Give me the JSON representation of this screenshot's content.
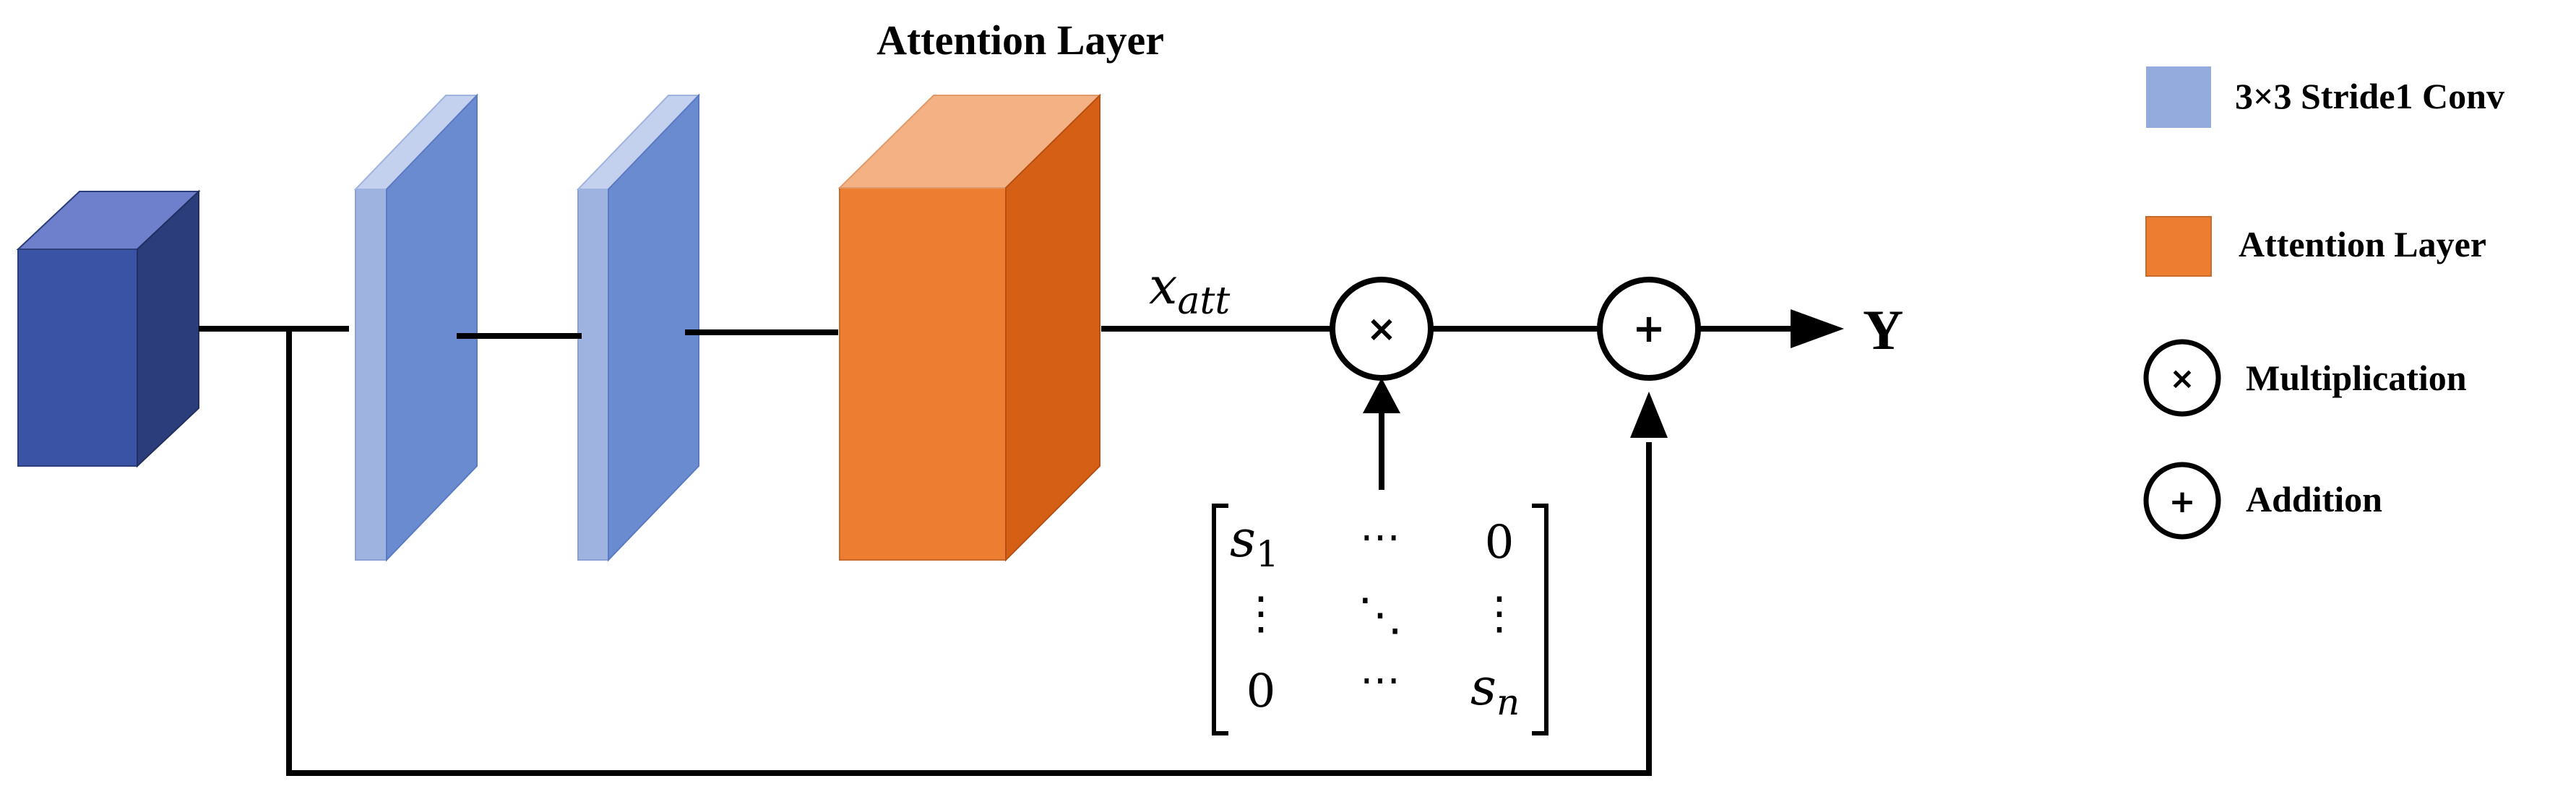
{
  "diagram": {
    "title": "Attention Layer",
    "att_label": {
      "base": "x",
      "sub": "att"
    },
    "output_label": "Y",
    "multiply_symbol": "×",
    "add_symbol": "+",
    "matrix": {
      "top_left": {
        "base": "s",
        "sub": "1"
      },
      "top_mid": "⋯",
      "top_right": "0",
      "mid_left": "⋮",
      "mid_mid": "⋱",
      "mid_right": "⋮",
      "bot_left": "0",
      "bot_mid": "⋯",
      "bot_right": {
        "base": "s",
        "sub": "n"
      }
    },
    "colors": {
      "input_front": "#3a53a4",
      "input_top": "#6e7fcc",
      "input_side": "#2b3d7a",
      "conv_front": "#6b8bd0",
      "conv_side": "#9fb3e0",
      "conv_top": "#c3d0ee",
      "att_front": "#ed7d31",
      "att_top": "#f4b183",
      "att_side": "#d65f16"
    }
  },
  "legend": {
    "items": [
      {
        "label": "3×3 Stride1 Conv",
        "symbol": "",
        "color": "#94acdd"
      },
      {
        "label": "Attention Layer",
        "symbol": "",
        "color": "#ed7d31"
      },
      {
        "label": "Multiplication",
        "symbol": "×",
        "color": ""
      },
      {
        "label": "Addition",
        "symbol": "+",
        "color": ""
      }
    ]
  }
}
